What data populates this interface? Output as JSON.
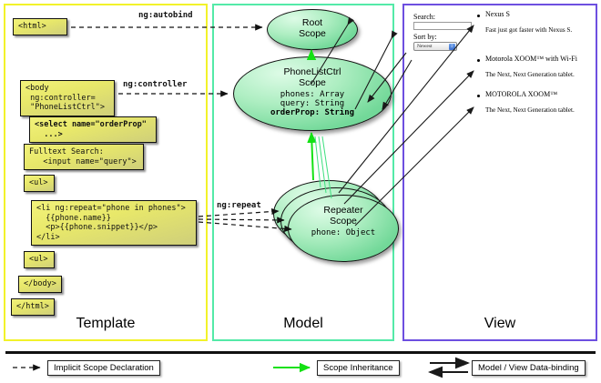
{
  "diagram": {
    "columns": [
      {
        "key": "template",
        "label": "Template",
        "border_color": "#f2f22a"
      },
      {
        "key": "model",
        "label": "Model",
        "border_color": "#54eaa8"
      },
      {
        "key": "view",
        "label": "View",
        "border_color": "#6d4fe0"
      }
    ]
  },
  "template": {
    "boxes": [
      {
        "id": "html-open",
        "text": "<html>"
      },
      {
        "id": "body-open",
        "text": "<body\n ng:controller=\n \"PhoneListCtrl\">"
      },
      {
        "id": "select",
        "text": "<select name=\"orderProp\"\n  ...>"
      },
      {
        "id": "fulltext",
        "text": "Fulltext Search:\n   <input name=\"query\">"
      },
      {
        "id": "ul-open",
        "text": "<ul>"
      },
      {
        "id": "li-repeat",
        "text": "<li ng:repeat=\"phone in phones\">\n  {{phone.name}}\n  <p>{{phone.snippet}}</p>\n</li>"
      },
      {
        "id": "ul-close",
        "text": "<ul>"
      },
      {
        "id": "body-close",
        "text": "</body>"
      },
      {
        "id": "html-close",
        "text": "</html>"
      }
    ]
  },
  "edge_labels": {
    "autobind": "ng:autobind",
    "controller": "ng:controller",
    "repeat": "ng:repeat"
  },
  "model": {
    "scopes": [
      {
        "id": "root",
        "title_line1": "Root",
        "title_line2": "Scope",
        "props": []
      },
      {
        "id": "ctrl",
        "title_line1": "PhoneListCtrl",
        "title_line2": "Scope",
        "props": [
          {
            "text": "phones: Array",
            "bold": false
          },
          {
            "text": "query: String",
            "bold": false
          },
          {
            "text": "orderProp: String",
            "bold": true
          }
        ]
      },
      {
        "id": "repeater",
        "title_line1": "Repeater",
        "title_line2": "Scope",
        "props": [
          {
            "text": "phone: Object",
            "bold": false
          }
        ]
      }
    ]
  },
  "view": {
    "search_label": "Search:",
    "search_value": "",
    "sort_label": "Sort by:",
    "sort_selected": "Newest",
    "phones": [
      {
        "name": "Nexus S",
        "snippet": "Fast just got faster with Nexus S."
      },
      {
        "name": "Motorola XOOM™  with Wi-Fi",
        "snippet": "The Next, Next Generation tablet."
      },
      {
        "name": "MOTOROLA XOOM™",
        "snippet": "The Next, Next Generation tablet."
      }
    ]
  },
  "legend": {
    "items": [
      {
        "id": "implicit",
        "label": "Implicit Scope Declaration",
        "style": "dashed-arrow",
        "color": "#111111"
      },
      {
        "id": "inheritance",
        "label": "Scope Inheritance",
        "style": "green-arrow",
        "color": "#13e113"
      },
      {
        "id": "databinding",
        "label": "Model / View Data-binding",
        "style": "double-arrow",
        "color": "#111111"
      }
    ]
  }
}
